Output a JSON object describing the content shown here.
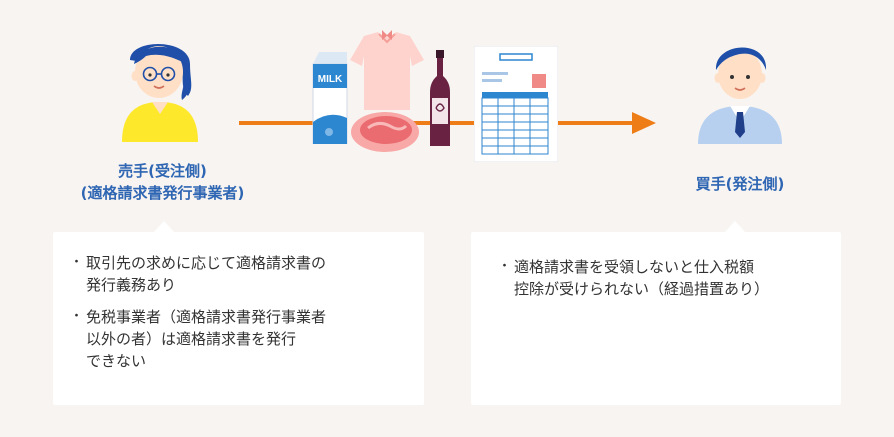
{
  "seller": {
    "role": "売手(受注側)",
    "subrole": "(適格請求書発行事業者)",
    "notes": [
      "取引先の求めに応じて適格請求書の\n発行義務あり",
      "免税事業者（適格請求書発行事業者\n以外の者）は適格請求書を発行\nできない"
    ]
  },
  "buyer": {
    "role": "買手(発注側)",
    "notes": [
      "適格請求書を受領しないと仕入税額\n控除が受けられない（経過措置あり）"
    ]
  },
  "goods": {
    "milk_label": "MILK"
  },
  "colors": {
    "arrow": "#ef7d17",
    "label": "#2f66b3",
    "background": "#f8f4f1",
    "hair": "#1f4fa8",
    "skin": "#ffe0c7",
    "seller_shirt": "#fde82c",
    "buyer_suit": "#b8d0f0"
  },
  "icons": [
    "seller-person-icon",
    "milk-carton-icon",
    "shirt-icon",
    "meat-icon",
    "wine-bottle-icon",
    "invoice-document-icon",
    "buyer-person-icon"
  ]
}
